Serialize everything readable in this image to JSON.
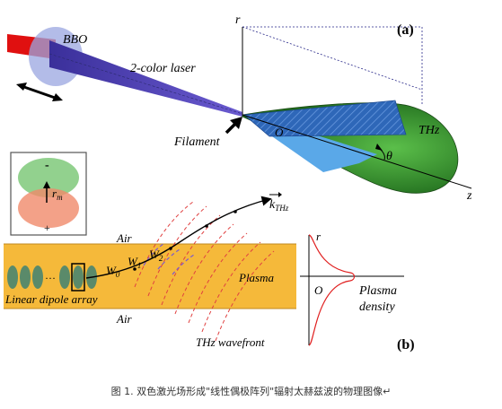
{
  "panel_a": {
    "label": "(a)",
    "bbo": "BBO",
    "laser": "2-color laser",
    "filament": "Filament",
    "axis_r": "r",
    "axis_z": "z",
    "origin": "O",
    "thz": "THz",
    "theta": "θ"
  },
  "panel_b": {
    "label": "(b)",
    "k": "k",
    "k_sub": "THz",
    "air_top": "Air",
    "air_bottom": "Air",
    "plasma": "Plasma",
    "array": "Linear dipole array",
    "dots": "···",
    "w0": "W",
    "w0_sub": "0",
    "w1": "W",
    "w1_sub": "1",
    "w2": "W",
    "w2_sub": "2",
    "wavefront": "THz wavefront",
    "axis_r": "r",
    "origin": "O",
    "density_line1": "Plasma",
    "density_line2": "density",
    "dipole_minus": "-",
    "dipole_plus": "+",
    "dipole_r": "r",
    "dipole_r_sub": "m"
  },
  "caption": "图 1. 双色激光场形成\"线性偶极阵列\"辐射太赫兹波的物理图像↵",
  "colors": {
    "plasma": "#f5b93a",
    "cone": "#2f8a2a",
    "thz": "#2e67b8",
    "wave": "#e04040",
    "beam": "#4a3aa0",
    "red_beam": "#e01010"
  }
}
